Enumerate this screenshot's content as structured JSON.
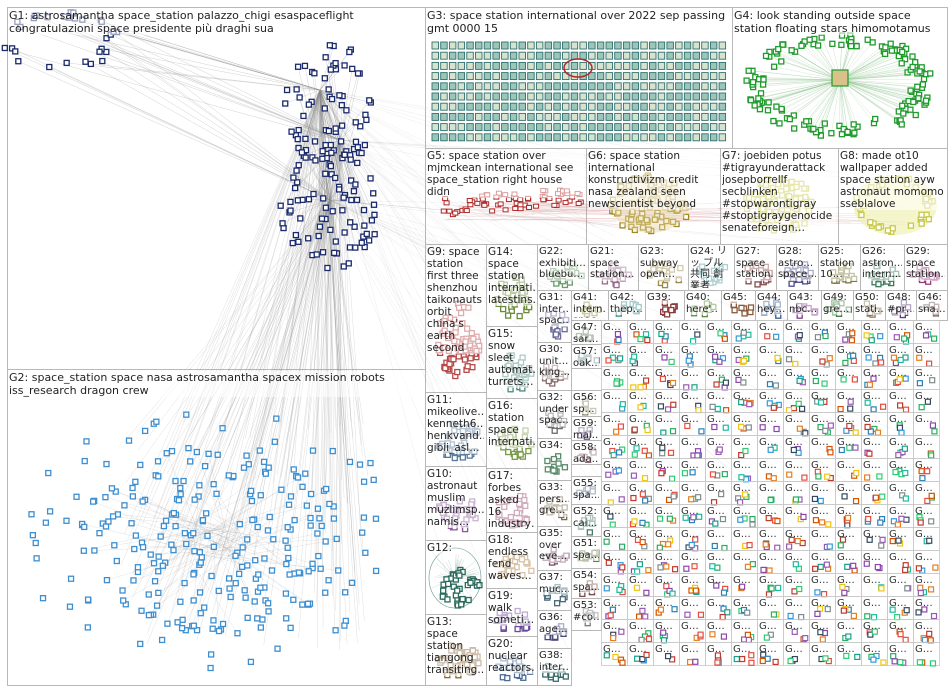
{
  "groups": [
    {
      "id": "G1",
      "label": "G1: astrosamantha space_station palazzo_chigi esaspaceflight congratulazioni space presidente più draghi sua",
      "color": "#1a2a6c"
    },
    {
      "id": "G2",
      "label": "G2: space_station space nasa astrosamantha spacex mission robots iss_research dragon crew",
      "color": "#3d8fd1"
    },
    {
      "id": "G3",
      "label": "G3: space station international over 2022 sep passing gmt 0000 15",
      "color": "#2f6f6f"
    },
    {
      "id": "G4",
      "label": "G4: look standing outside space station floating stars himomotamus",
      "color": "#1f9b2c"
    },
    {
      "id": "G5",
      "label": "G5: space station over mjmckean international see space_station right house didn",
      "color": "#b02828"
    },
    {
      "id": "G6",
      "label": "G6: space station international konstructivizm credit nasa zealand seen newscientist beyond",
      "color": "#a08a20"
    },
    {
      "id": "G7",
      "label": "G7: joebiden potus #tigrayunderattack josepborrellf secblinken #stopwarontigray #stoptigraygenocide senateforeign…",
      "color": "#c9c94a"
    },
    {
      "id": "G8",
      "label": "G8: made ot10 wallpaper added space station ayw astronaut momomo sseblalove",
      "color": "#c8c84a"
    },
    {
      "id": "G9",
      "label": "G9: space station first three shenzhou taikonauts orbit china's earth second",
      "color": "#b84848"
    },
    {
      "id": "G10",
      "label": "G10: astronaut muslim muzlimsp… namis…",
      "color": "#8a5a9a"
    },
    {
      "id": "G11",
      "label": "G11: mikeolive… kenneth6… henkvand… gibii_asl…",
      "color": "#5a7a9a"
    },
    {
      "id": "G12",
      "label": "G12:",
      "color": "#2a6a5a"
    },
    {
      "id": "G13",
      "label": "G13: space station tiangong transiting…",
      "color": "#8a6a3a"
    },
    {
      "id": "G14",
      "label": "G14: space station internati… latestins…",
      "color": "#6a8a3a"
    },
    {
      "id": "G15",
      "label": "G15: snow sleet automat… turrets…",
      "color": "#4a8a7a"
    },
    {
      "id": "G16",
      "label": "G16: station space internati…",
      "color": "#7a9a4a"
    },
    {
      "id": "G17",
      "label": "G17: forbes asked 16 industry…",
      "color": "#9a4a6a"
    },
    {
      "id": "G18",
      "label": "G18: endless fend waves…",
      "color": "#aa7a3a"
    },
    {
      "id": "G19",
      "label": "G19: walk someti…",
      "color": "#6a4a9a"
    },
    {
      "id": "G20",
      "label": "G20: nuclear reactors…",
      "color": "#4a6a9a"
    },
    {
      "id": "G21",
      "label": "G21: space station…",
      "color": "#9a6a8a"
    },
    {
      "id": "G22",
      "label": "G22: exhibiti… bluebu…",
      "color": "#6a9a6a"
    },
    {
      "id": "G23",
      "label": "G23: subway open…",
      "color": "#9a8a4a"
    },
    {
      "id": "G24",
      "label": "G24: リッ ブル共同 創業者",
      "color": "#4a9a9a"
    },
    {
      "id": "G27",
      "label": "G27: space station…",
      "color": "#8a4a4a"
    },
    {
      "id": "G28",
      "label": "G28: astro… space…",
      "color": "#4a4a8a"
    },
    {
      "id": "G25",
      "label": "G25: station 10…",
      "color": "#7a7a3a"
    },
    {
      "id": "G26",
      "label": "G26: astron… intern…",
      "color": "#3a7a5a"
    },
    {
      "id": "G29",
      "label": "G29: space station…",
      "color": "#9a3a7a"
    },
    {
      "id": "G31",
      "label": "G31: inter… spac…",
      "color": "#6a6a9a"
    },
    {
      "id": "G41",
      "label": "G41: intern… spac…",
      "color": "#8a8a3a"
    },
    {
      "id": "G42",
      "label": "G42: thep…",
      "color": "#3a8a8a"
    },
    {
      "id": "G39",
      "label": "G39:",
      "color": "#8a3a3a"
    },
    {
      "id": "G40",
      "label": "G40: here'…",
      "color": "#5a8a3a"
    },
    {
      "id": "G45",
      "label": "G45:",
      "color": "#8a5a3a"
    },
    {
      "id": "G44",
      "label": "G44: hey…",
      "color": "#3a5a8a"
    },
    {
      "id": "G43",
      "label": "G43: nbc…",
      "color": "#7a3a8a"
    },
    {
      "id": "G49",
      "label": "G49: gre…",
      "color": "#3a7a3a"
    },
    {
      "id": "G50",
      "label": "G50: stati…",
      "color": "#8a7a5a"
    },
    {
      "id": "G48",
      "label": "G48: #pr…",
      "color": "#5a3a7a"
    },
    {
      "id": "G46",
      "label": "G46: sna…",
      "color": "#7a5a5a"
    },
    {
      "id": "G47",
      "label": "G47: sar…",
      "color": "#5a7a5a"
    },
    {
      "id": "G30",
      "label": "G30: unit… king…",
      "color": "#8a6a6a"
    },
    {
      "id": "G57",
      "label": "G57: oak…",
      "color": "#6a8a8a"
    },
    {
      "id": "G32",
      "label": "G32: under spac…",
      "color": "#6a6a6a"
    },
    {
      "id": "G56",
      "label": "G56: sp…",
      "color": "#8a8a6a"
    },
    {
      "id": "G59",
      "label": "G59: maj…",
      "color": "#6a5a8a"
    },
    {
      "id": "G34",
      "label": "G34:",
      "color": "#5a8a6a"
    },
    {
      "id": "G58",
      "label": "G58: ada…",
      "color": "#8a5a6a"
    },
    {
      "id": "G55",
      "label": "G55: spa…",
      "color": "#5a6a8a"
    },
    {
      "id": "G33",
      "label": "G33: pers… gre…",
      "color": "#7a6a4a"
    },
    {
      "id": "G52",
      "label": "G52: cai…",
      "color": "#4a7a6a"
    },
    {
      "id": "G35",
      "label": "G35: over eve…",
      "color": "#7a4a6a"
    },
    {
      "id": "G51",
      "label": "G51: spa…",
      "color": "#6a7a4a"
    },
    {
      "id": "G37",
      "label": "G37: muc…",
      "color": "#4a6a7a"
    },
    {
      "id": "G54",
      "label": "G54: spa…",
      "color": "#7a4a4a"
    },
    {
      "id": "G36",
      "label": "G36: age…",
      "color": "#4a4a7a"
    },
    {
      "id": "G53",
      "label": "G53: #co…",
      "color": "#7a7a7a"
    },
    {
      "id": "G38",
      "label": "G38: inter…",
      "color": "#3a6a6a"
    }
  ],
  "grid_cell_text": "G…",
  "small_cluster_colors": [
    "#9b59b6",
    "#2ecc71",
    "#e67e22",
    "#3498db",
    "#e74c3c",
    "#1abc9c",
    "#f1c40f",
    "#34495e",
    "#d35400",
    "#27ae60",
    "#8e44ad",
    "#c0392b",
    "#16a085",
    "#2980b9",
    "#7f8c8d"
  ],
  "edge_color": "#8a8a8a"
}
